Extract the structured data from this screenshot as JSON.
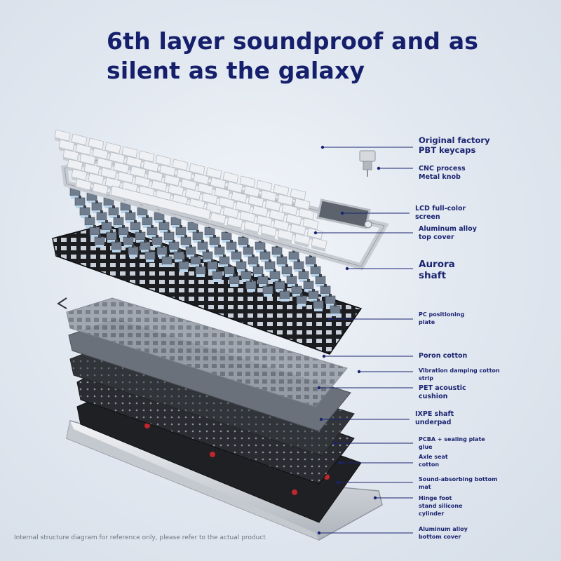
{
  "headline": {
    "line1": "6th layer soundproof and as",
    "line2": "silent as the galaxy"
  },
  "layers": [
    {
      "id": "keycaps",
      "label": "Original factory\nPBT keycaps"
    },
    {
      "id": "knob",
      "label": "CNC process\nMetal knob"
    },
    {
      "id": "lcd",
      "label": "LCD full-color\nscreen"
    },
    {
      "id": "top-cover",
      "label": "Aluminum alloy\ntop cover"
    },
    {
      "id": "shaft",
      "label": "Aurora\nshaft"
    },
    {
      "id": "pc-plate",
      "label": "PC positioning\nplate"
    },
    {
      "id": "poron",
      "label": "Poron cotton"
    },
    {
      "id": "vibration-strip",
      "label": "Vibration damping cotton\nstrip"
    },
    {
      "id": "pet",
      "label": "PET acoustic\ncushion"
    },
    {
      "id": "ixpe",
      "label": "IXPE shaft\nunderpad"
    },
    {
      "id": "pcba",
      "label": "PCBA + sealing plate\nglue"
    },
    {
      "id": "axle-seat",
      "label": "Axle seat\ncotton"
    },
    {
      "id": "bottom-mat",
      "label": "Sound-absorbing bottom\nmat"
    },
    {
      "id": "hinge",
      "label": "Hinge foot\nstand silicone\ncylinder"
    },
    {
      "id": "bottom-cover",
      "label": "Aluminum alloy\nbottom cover"
    }
  ],
  "footnote": "Internal structure diagram for reference only, please refer to the actual product",
  "colors": {
    "headline": "#151f6b",
    "label_text": "#1a2470",
    "leader_line": "#1a2470",
    "plate_dark": "#1c1d21",
    "keycap": "#eef0f3",
    "switch_housing": "#6f7d8f",
    "aluminum": "#d4d8de"
  }
}
